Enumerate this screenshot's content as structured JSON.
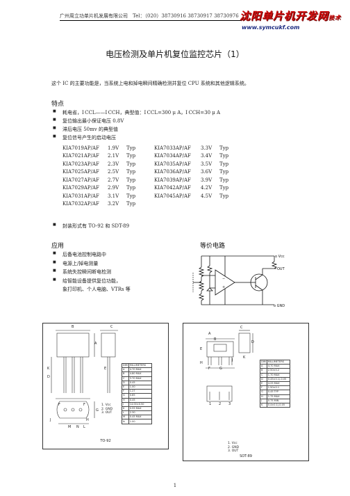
{
  "header": {
    "company_line": "广州周立功单片机发展有限公司　Tel：（020）38730916 38730917 38730976",
    "logo_text": "沈阳单片机开发网",
    "logo_suffix": "技术",
    "logo_url": "www.symcukf.com"
  },
  "title": "电压检测及单片机复位监控芯片（1）",
  "intro": "这个 IC 的主要功能是，当系统上电和掉电瞬间精确检测并复位 CPU 系统和其他逻辑系统。",
  "features": {
    "heading": "特点",
    "items": [
      "耗电省，I CCL——I CCH，典型值：I CCL=300 μ A，I CCH=30 μ A",
      "复位输出最小保证电压 0.8V",
      "滞后电压 50mv 的典型值",
      "复位信号产生的启动电压"
    ],
    "parts": [
      [
        "KIA7019AP/AF",
        "1.9V",
        "Typ",
        "KIA7033AP/AF",
        "3.3V",
        "Typ"
      ],
      [
        "KIA7021AP/AF",
        "2.1V",
        "Typ",
        "KIA7034AP/AF",
        "3.4V",
        "Typ"
      ],
      [
        "KIA7023AP/AF",
        "2.3V",
        "Typ",
        "KIA7035AP/AF",
        "3.5V",
        "Typ"
      ],
      [
        "KIA7025AP/AF",
        "2.5V",
        "Typ",
        "KIA7036AP/AF",
        "3.6V",
        "Typ"
      ],
      [
        "KIA7027AP/AF",
        "2.7V",
        "Typ",
        "KIA7039AP/AF",
        "3.9V",
        "Typ"
      ],
      [
        "KIA7029AP/AF",
        "2.9V",
        "Typ",
        "KIA7042AP/AF",
        "4.2V",
        "Typ"
      ],
      [
        "KIA7031AP/AF",
        "3.1V",
        "Typ",
        "KIA7045AP/AF",
        "4.5V",
        "Typ"
      ],
      [
        "KIA7032AP/AF",
        "3.2V",
        "Typ",
        "",
        "",
        ""
      ]
    ],
    "package_note": "封装形式有 TO-92 和 SDT-89"
  },
  "applications": {
    "heading": "应用",
    "items": [
      "后备电池控制电路中",
      "电源上/掉电测量",
      "系统失控瞬间断电检测",
      "给智能设备提供复位功能，",
      "象打印机、个人电脑、VTRs 等"
    ]
  },
  "equivalent_circuit": {
    "heading": "等价电路",
    "labels": {
      "vcc": "o Vcc",
      "out": "OUT",
      "gnd": "o GND"
    }
  },
  "to92": {
    "caption": "TO-92",
    "dim_header": [
      "DIM",
      "MILLIMETERS"
    ],
    "dims": [
      [
        "A",
        "4.70  MAX"
      ],
      [
        "B",
        "4.80  MAX"
      ],
      [
        "C",
        "3.70  MAX"
      ],
      [
        "D",
        "0.45"
      ],
      [
        "E",
        "1.00"
      ],
      [
        "F",
        "1.27"
      ],
      [
        "G",
        "0.85"
      ],
      [
        "H",
        "0.45"
      ],
      [
        "J",
        "14.00±0.50"
      ],
      [
        "K",
        "0.55  MAX"
      ],
      [
        "L",
        "2.30"
      ],
      [
        "M",
        "0.45  MAX"
      ],
      [
        "N",
        "1.00"
      ]
    ],
    "pins": [
      "1. Vcc",
      "2. GND",
      "3. OUT"
    ],
    "letters": [
      "B",
      "C",
      "A",
      "K",
      "D",
      "E",
      "F",
      "F",
      "G",
      "J",
      "H",
      "M",
      "N",
      "L"
    ]
  },
  "sot89": {
    "caption": "SOT-89",
    "dim_header": [
      "DIM",
      "MILLIMETERS"
    ],
    "dims": [
      [
        "A",
        "4.70  MAX"
      ],
      [
        "B",
        "2.50±0.2"
      ],
      [
        "C",
        "1.70  MAX"
      ],
      [
        "D",
        "0.45±0.1/-0.05"
      ],
      [
        "E",
        "4.25  MAX"
      ],
      [
        "F",
        "1.50±0.1"
      ],
      [
        "G",
        "0.45  TYP"
      ],
      [
        "H",
        "1.75  MAX"
      ],
      [
        "J",
        "0.75  MIN"
      ],
      [
        "K",
        "0.4±0.1/-0.05"
      ]
    ],
    "pins": [
      "1. Vcc",
      "2. GND",
      "3. OUT"
    ],
    "letters": [
      "A",
      "B",
      "C",
      "D",
      "E",
      "F",
      "G",
      "H",
      "J",
      "K",
      "1",
      "2",
      "3"
    ]
  },
  "page_number": "1"
}
